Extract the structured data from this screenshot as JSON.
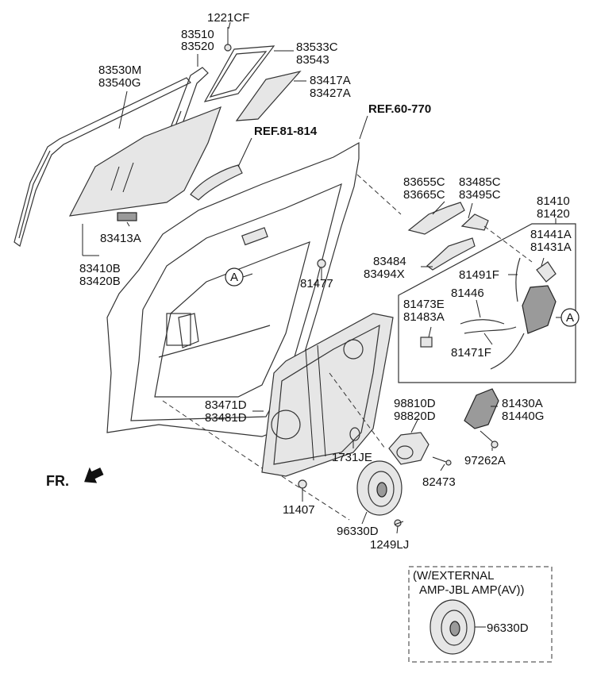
{
  "labels": {
    "p1221cf": "1221CF",
    "p83510": "83510",
    "p83520": "83520",
    "p83533c": "83533C",
    "p83543": "83543",
    "p83530m": "83530M",
    "p83540g": "83540G",
    "p83417a": "83417A",
    "p83427a": "83427A",
    "ref60": "REF.60-770",
    "ref81": "REF.81-814",
    "p83655c": "83655C",
    "p83665c": "83665C",
    "p83485c": "83485C",
    "p83495c": "83495C",
    "p81410": "81410",
    "p81420": "81420",
    "p81441a": "81441A",
    "p81431a": "81431A",
    "p83413a": "83413A",
    "p83410b": "83410B",
    "p83420b": "83420B",
    "p83484": "83484",
    "p83494x": "83494X",
    "p81491f": "81491F",
    "p81477": "81477",
    "p81473e": "81473E",
    "p81483a": "81483A",
    "p81446": "81446",
    "p81471f": "81471F",
    "p83471d": "83471D",
    "p83481d": "83481D",
    "p98810d": "98810D",
    "p98820d": "98820D",
    "p81430a": "81430A",
    "p81440g": "81440G",
    "p1731je": "1731JE",
    "p97262a": "97262A",
    "p82473": "82473",
    "p11407": "11407",
    "p96330d": "96330D",
    "p1249lj": "1249LJ",
    "fr": "FR.",
    "calloutA": "A",
    "inset_line1": "(W/EXTERNAL",
    "inset_line2": "AMP-JBL AMP(AV))",
    "inset_part": "96330D"
  }
}
